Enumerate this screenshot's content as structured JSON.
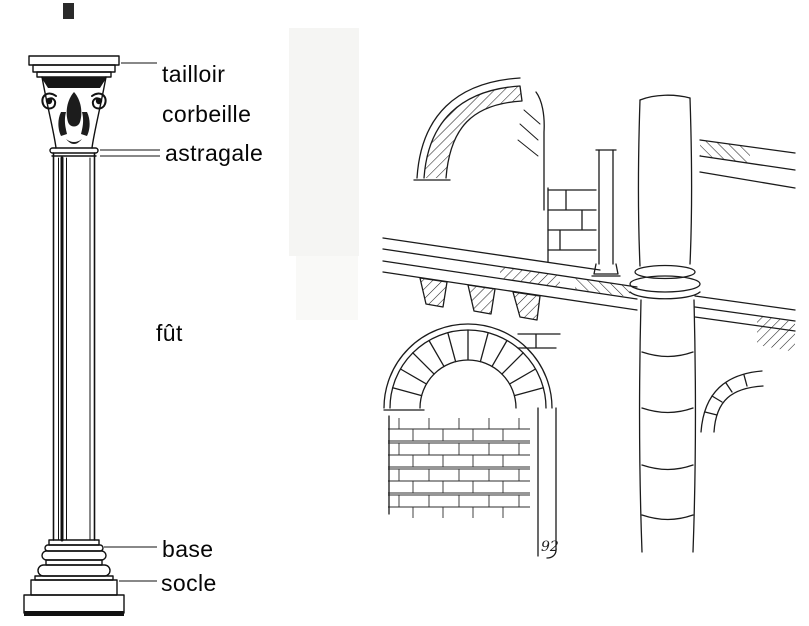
{
  "figure": {
    "column_labels": [
      {
        "text": "tailloir"
      },
      {
        "text": "corbeille"
      },
      {
        "text": "astragale"
      },
      {
        "text": "fût"
      },
      {
        "text": "base"
      },
      {
        "text": "socle"
      }
    ],
    "figure_number": "92"
  }
}
